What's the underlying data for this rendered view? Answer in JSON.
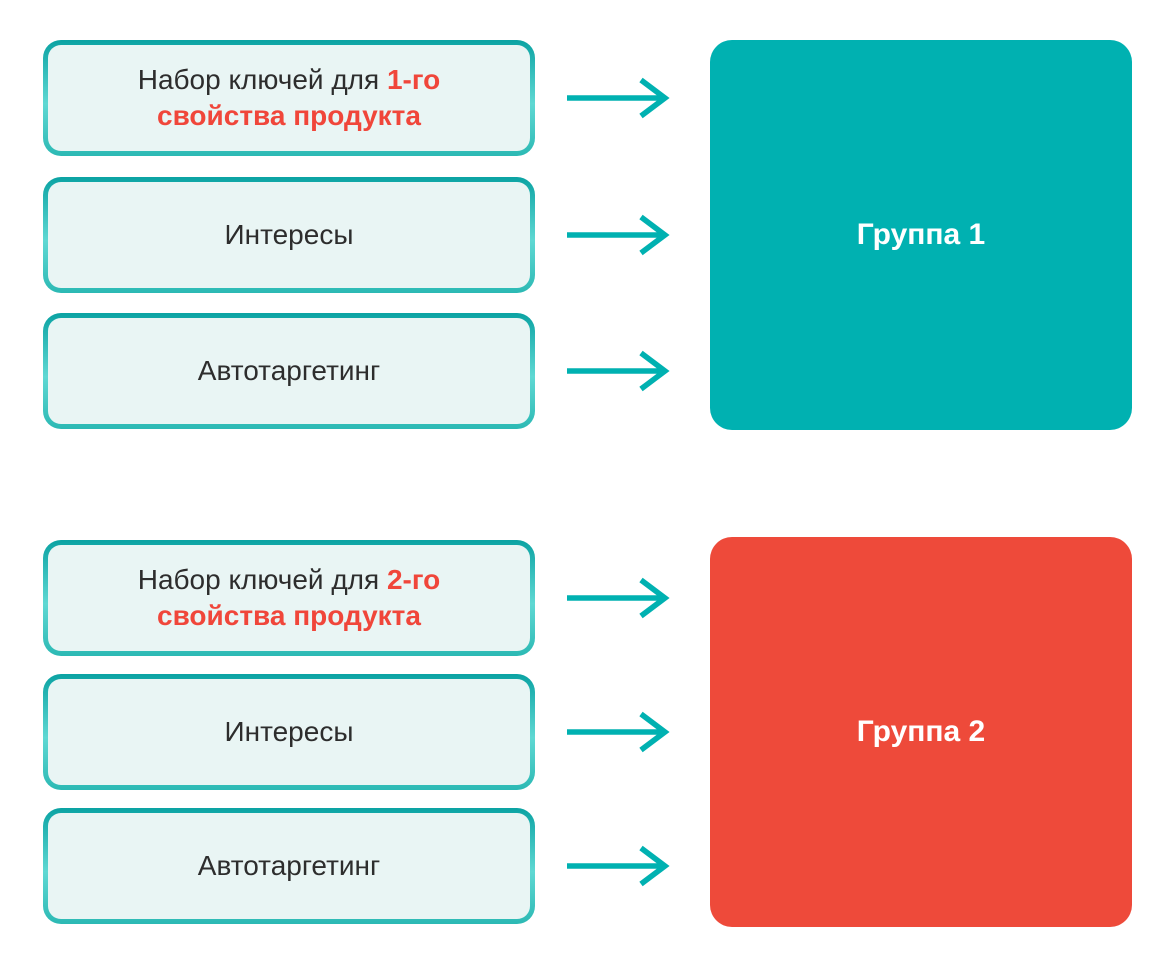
{
  "colors": {
    "teal": "#00b1b1",
    "red": "#f0463a",
    "box_fill": "#e9f5f4",
    "text_dark": "#2d2d2d",
    "border_gradient_top": "#0ba3a3",
    "border_gradient_mid": "#5fd8d3",
    "border_gradient_bottom": "#2cb9b4",
    "square1_fill": "#00b1b1",
    "square2_fill": "#ee4a3a",
    "square_text": "#ffffff"
  },
  "groups": [
    {
      "square_label": "Группа 1",
      "boxes": [
        {
          "line1_prefix": "Набор ключей для ",
          "line1_highlight": "1-го",
          "line2": "свойства продукта"
        },
        {
          "label": "Интересы"
        },
        {
          "label": "Автотаргетинг"
        }
      ]
    },
    {
      "square_label": "Группа 2",
      "boxes": [
        {
          "line1_prefix": "Набор ключей для ",
          "line1_highlight": "2-го",
          "line2": "свойства продукта"
        },
        {
          "label": "Интересы"
        },
        {
          "label": "Автотаргетинг"
        }
      ]
    }
  ]
}
